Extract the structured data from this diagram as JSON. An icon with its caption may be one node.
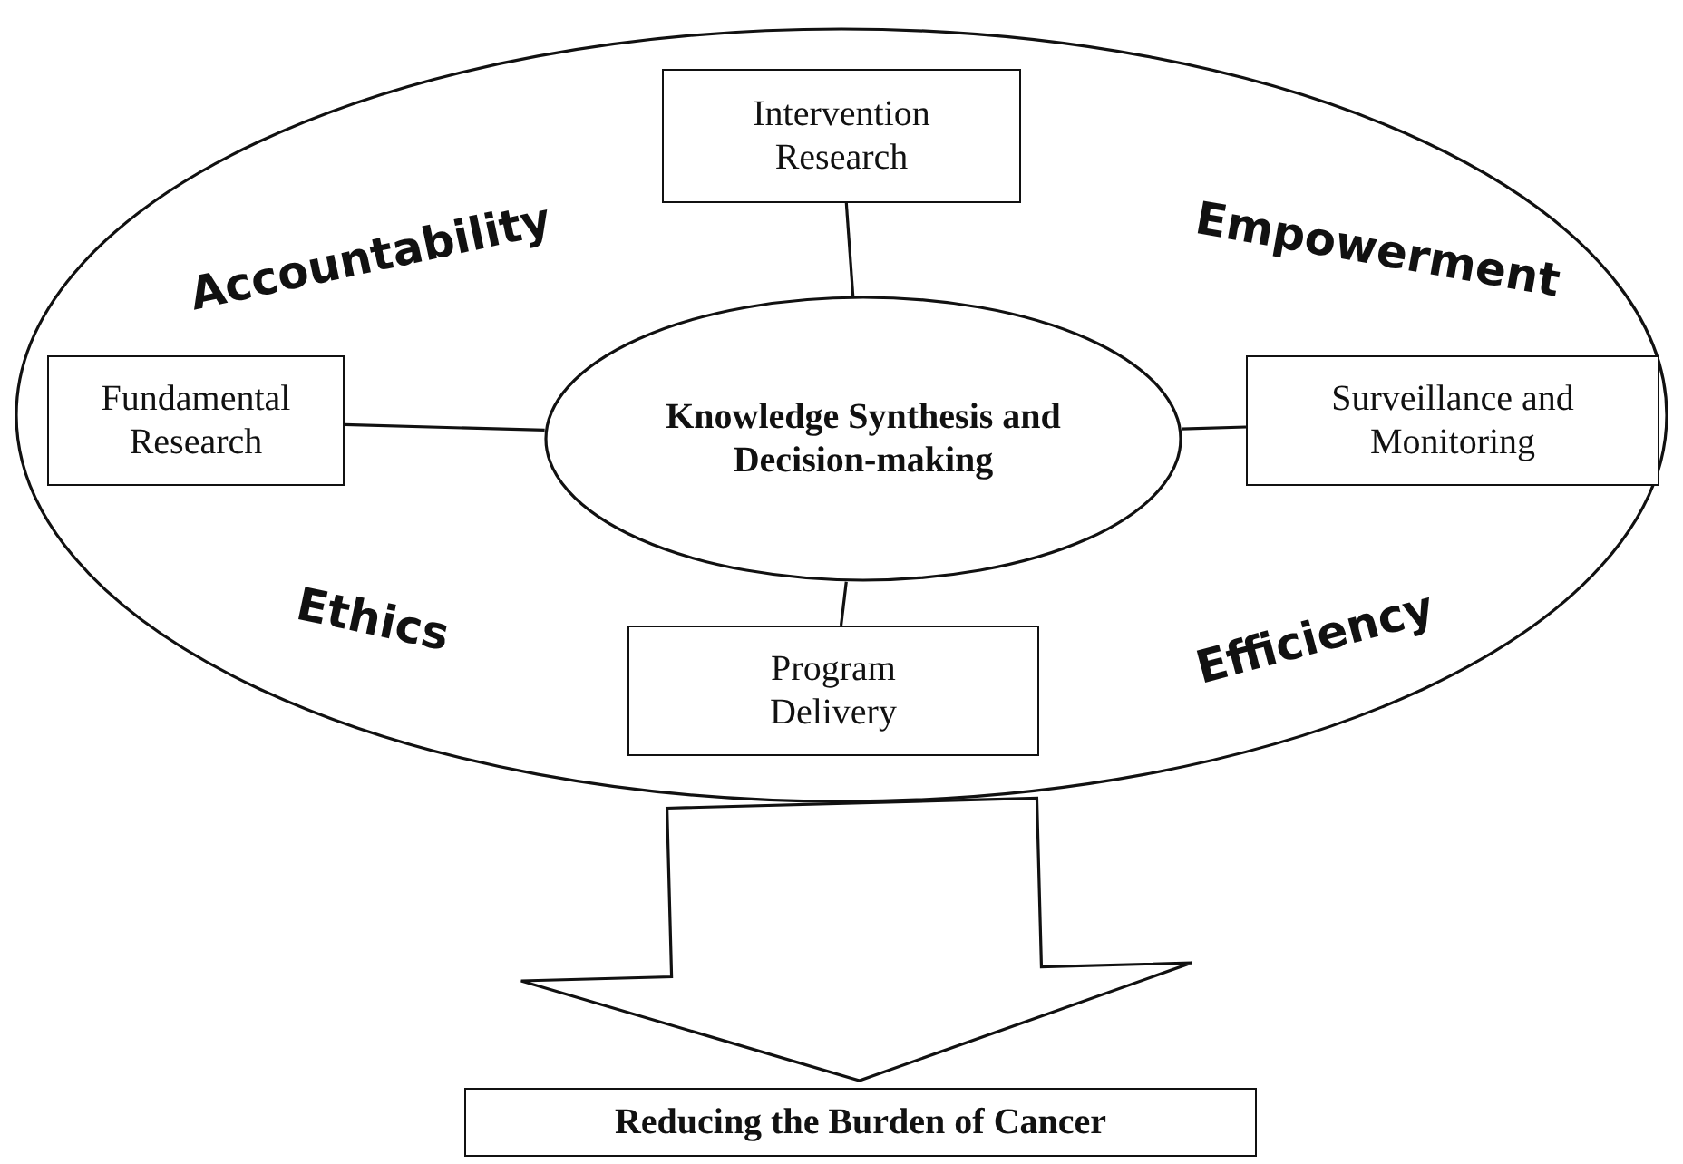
{
  "diagram": {
    "nodes": [
      {
        "text": [
          "Accountability",
          "Empowerment",
          "Ethics",
          "Efficiency"
        ]
      },
      {
        "text": [
          "Intervention Research"
        ],
        "in": 0
      },
      {
        "text": [
          "Fundamental Research"
        ],
        "in": 0
      },
      {
        "text": [
          "Knowledge Synthesis and Decision-making"
        ],
        "in": 0
      },
      {
        "text": [
          "Surveillance and Monitoring"
        ],
        "in": 0
      },
      {
        "text": [
          "Program Delivery"
        ],
        "in": 0
      },
      {
        "text": [
          "Reducing the Burden of Cancer"
        ]
      }
    ],
    "edges": [
      {
        "from": 3,
        "to": 1,
        "arrow": "none"
      },
      {
        "from": 3,
        "to": 2,
        "arrow": "none"
      },
      {
        "from": 3,
        "to": 4,
        "arrow": "none"
      },
      {
        "from": 3,
        "to": 5,
        "arrow": "none"
      },
      {
        "from": 0,
        "to": 6,
        "arrow": "to",
        "style": "thick"
      }
    ]
  }
}
